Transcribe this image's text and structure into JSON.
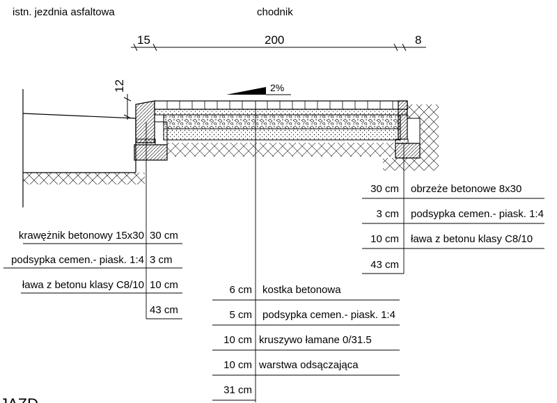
{
  "header": {
    "left_label": "istn. jezdnia asfaltowa",
    "center_label": "chodnik"
  },
  "dimensions": {
    "curb_width": "15",
    "walk_width": "200",
    "edge_width": "8",
    "curb_height": "12",
    "slope": "2%"
  },
  "curb_table": {
    "rows": [
      {
        "label": "krawężnik betonowy 15x30",
        "value": "30 cm"
      },
      {
        "label": "podsypka cemen.- piask. 1:4",
        "value": "3 cm"
      },
      {
        "label": "ława z betonu klasy C8/10",
        "value": "10 cm"
      }
    ],
    "total": "43 cm"
  },
  "edge_table": {
    "rows": [
      {
        "value": "30 cm",
        "label": "obrzeże betonowe 8x30"
      },
      {
        "value": "3 cm",
        "label": "podsypka cemen.- piask. 1:4"
      },
      {
        "value": "10 cm",
        "label": "ława z betonu klasy C8/10"
      }
    ],
    "total": "43 cm"
  },
  "walk_table": {
    "rows": [
      {
        "value": "6 cm",
        "label": "kostka betonowa"
      },
      {
        "value": "5 cm",
        "label": "podsypka cemen.- piask. 1:4"
      },
      {
        "value": "10 cm",
        "label": "kruszywo łamane 0/31.5"
      },
      {
        "value": "10 cm",
        "label": "warstwa odsączająca"
      }
    ],
    "total": "31 cm"
  },
  "footer": {
    "partial_label": "JAZD"
  }
}
